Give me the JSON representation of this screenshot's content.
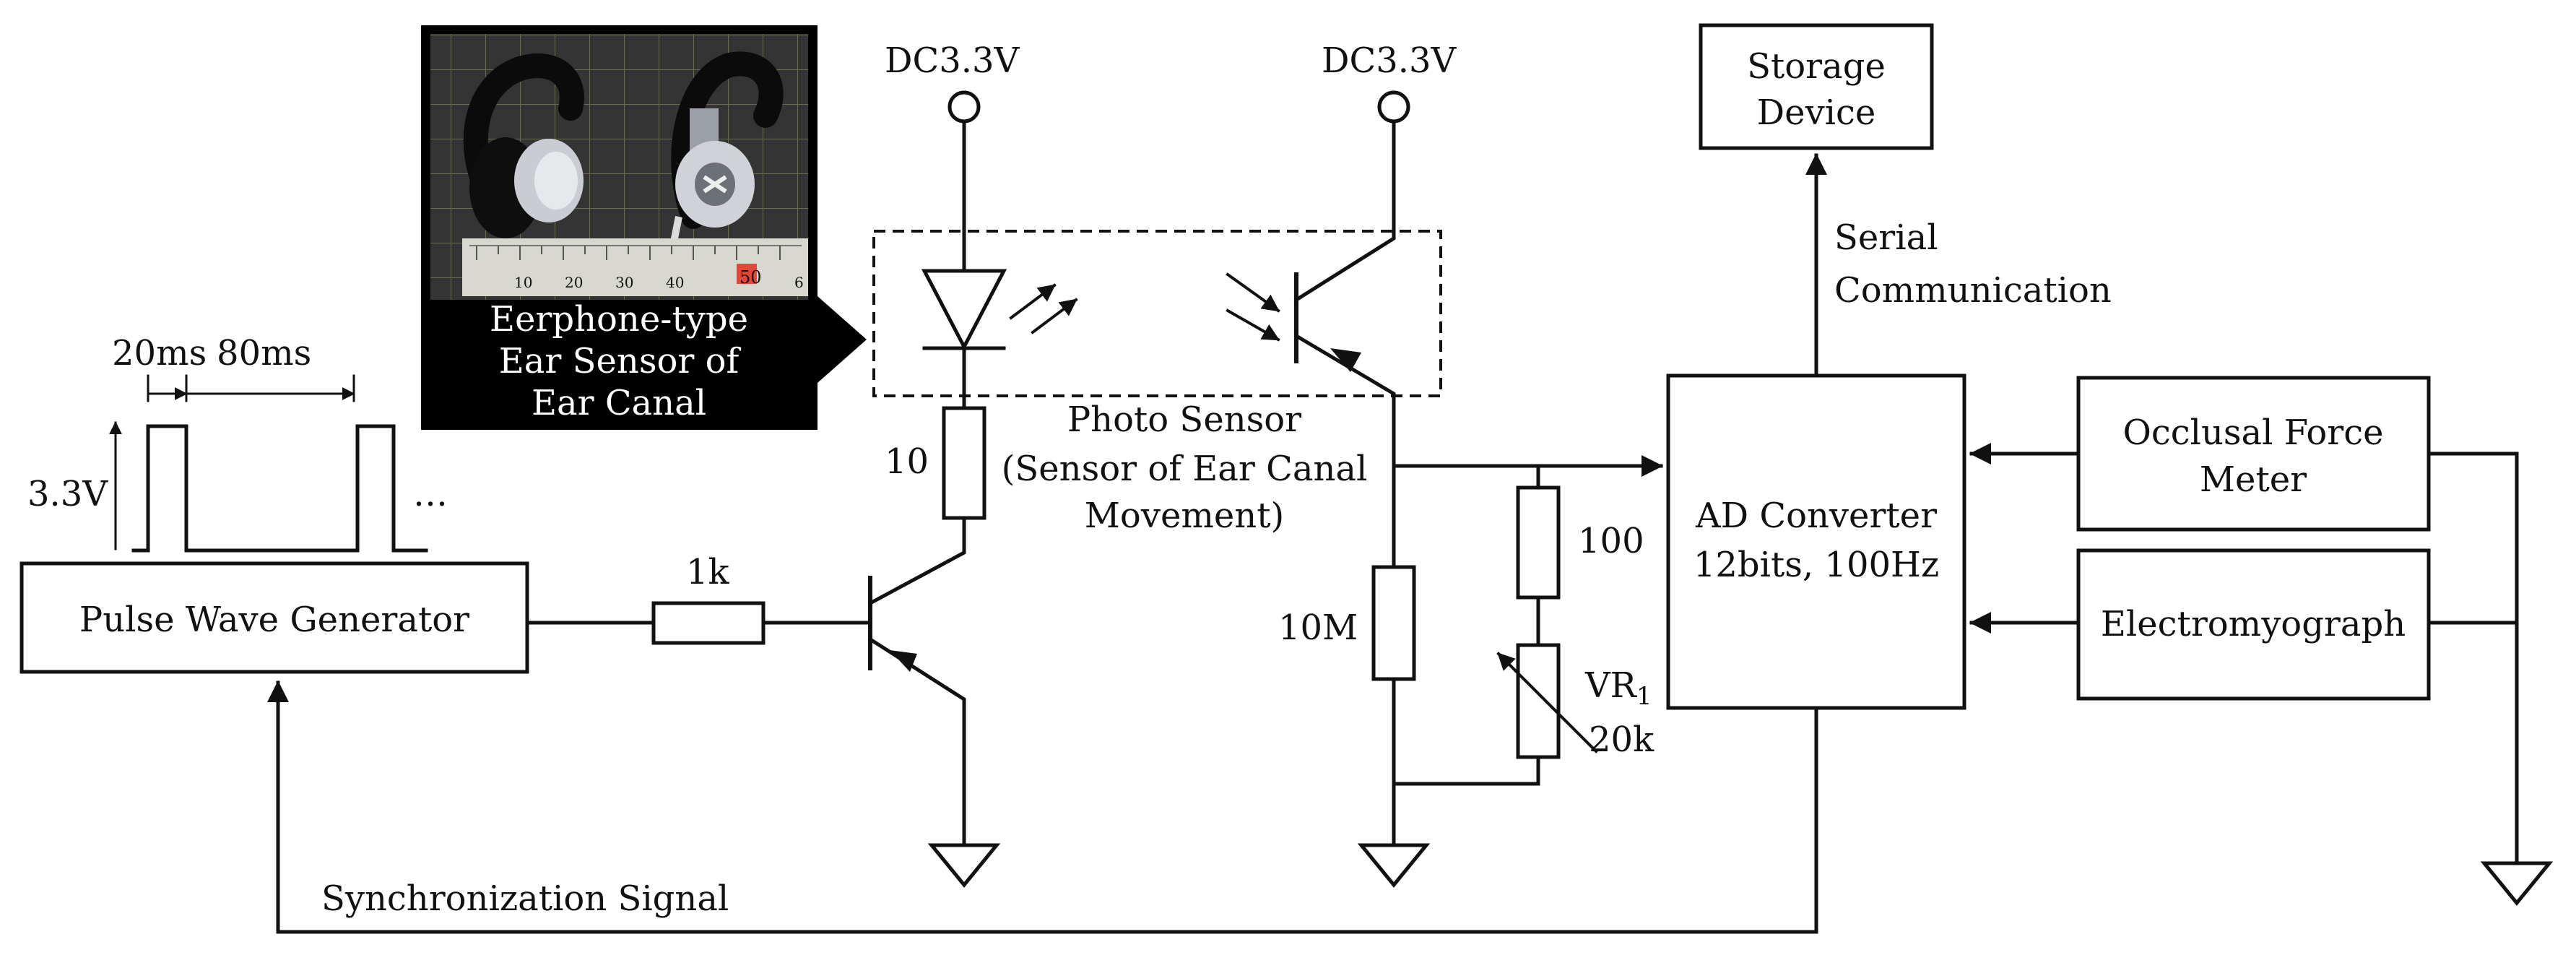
{
  "labels": {
    "dc_supply_left": "DC3.3V",
    "dc_supply_right": "DC3.3V",
    "storage_device_line1": "Storage",
    "storage_device_line2": "Device",
    "serial_comm_line1": "Serial",
    "serial_comm_line2": "Communication",
    "photo_caption_line1": "Eerphone-type",
    "photo_caption_line2": "Ear Sensor of",
    "photo_caption_line3": "Ear Canal",
    "pulse_width": "20ms",
    "pulse_period": "80ms",
    "pulse_amplitude": "3.3V",
    "pulse_ellipsis": "…",
    "pulse_generator": "Pulse Wave Generator",
    "resistor_1k": "1k",
    "resistor_10": "10",
    "photo_sensor_line1": "Photo Sensor",
    "photo_sensor_line2": "(Sensor of Ear Canal",
    "photo_sensor_line3": "Movement)",
    "resistor_10M": "10M",
    "resistor_100": "100",
    "vr_label": "VR",
    "vr_subscript": "1",
    "vr_value": "20k",
    "ad_converter_line1": "AD Converter",
    "ad_converter_line2": "12bits, 100Hz",
    "occlusal_line1": "Occlusal Force",
    "occlusal_line2": "Meter",
    "emg": "Electromyograph",
    "sync_signal": "Synchronization Signal"
  },
  "ruler_ticks": [
    "10",
    "20",
    "30",
    "40",
    "50",
    "6"
  ],
  "colors": {
    "line": "#111111",
    "photo_background": "#2a2a2a",
    "ruler": "#d8d8d0",
    "ruler_accent": "#e0483a"
  }
}
